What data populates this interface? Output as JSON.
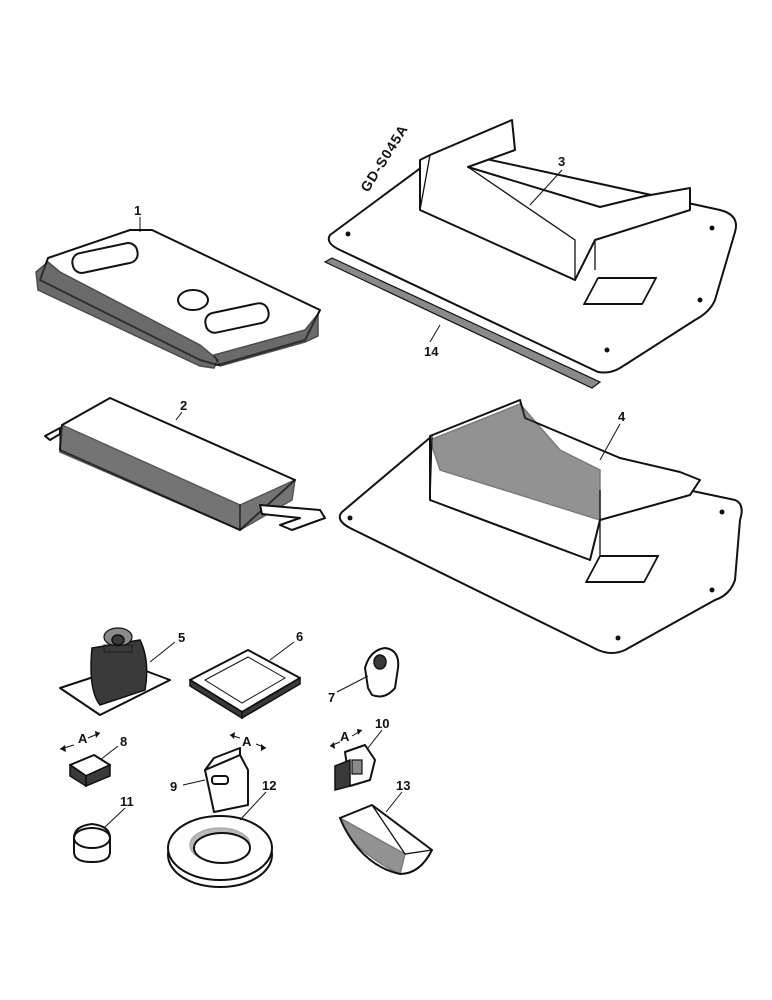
{
  "drawing_code": "GD-S045A",
  "parts": [
    {
      "number": "1"
    },
    {
      "number": "2"
    },
    {
      "number": "3"
    },
    {
      "number": "4"
    },
    {
      "number": "5"
    },
    {
      "number": "6"
    },
    {
      "number": "7"
    },
    {
      "number": "8"
    },
    {
      "number": "9"
    },
    {
      "number": "10"
    },
    {
      "number": "11"
    },
    {
      "number": "12"
    },
    {
      "number": "13"
    },
    {
      "number": "14"
    }
  ],
  "view_marker": "A"
}
